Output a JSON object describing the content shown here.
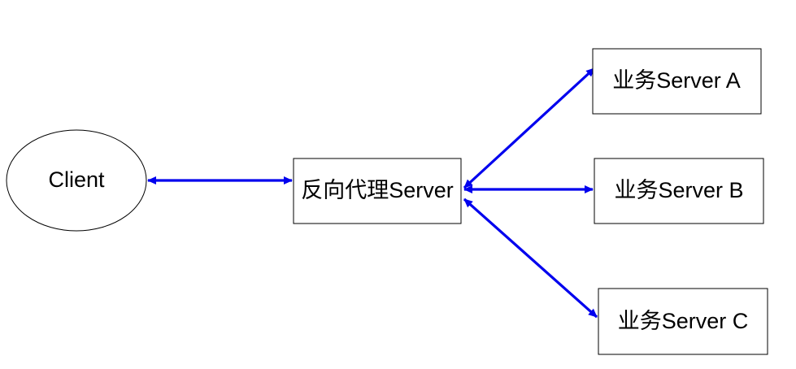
{
  "diagram": {
    "nodes": {
      "client": {
        "label": "Client",
        "shape": "ellipse"
      },
      "proxy": {
        "label": "反向代理Server",
        "shape": "rect"
      },
      "server_a": {
        "label": "业务Server A",
        "shape": "rect"
      },
      "server_b": {
        "label": "业务Server B",
        "shape": "rect"
      },
      "server_c": {
        "label": "业务Server C",
        "shape": "rect"
      }
    },
    "edges": [
      {
        "from": "client",
        "to": "proxy",
        "direction": "bidirectional"
      },
      {
        "from": "proxy",
        "to": "server_a",
        "direction": "bidirectional"
      },
      {
        "from": "proxy",
        "to": "server_b",
        "direction": "bidirectional"
      },
      {
        "from": "proxy",
        "to": "server_c",
        "direction": "bidirectional"
      }
    ],
    "colors": {
      "edge": "#0000ee",
      "node_border": "#000000",
      "node_fill": "#ffffff"
    }
  }
}
